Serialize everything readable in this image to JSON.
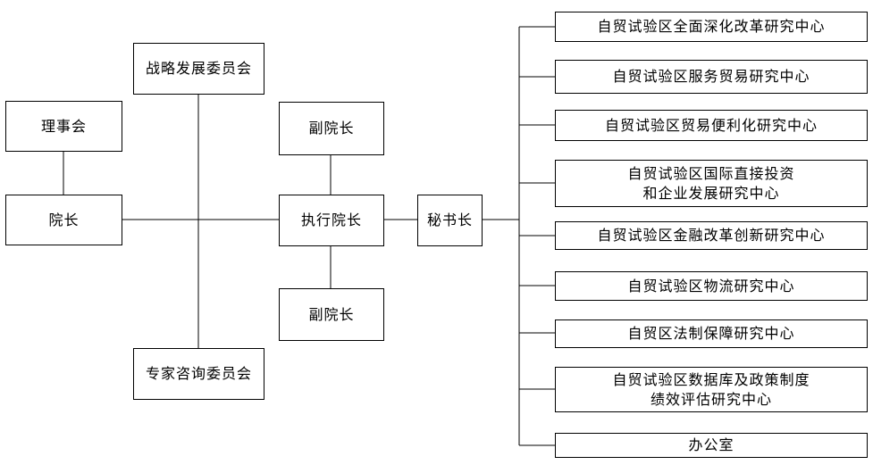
{
  "chart": {
    "council": "理事会",
    "president": "院长",
    "strategy_committee": "战略发展委员会",
    "expert_committee": "专家咨询委员会",
    "vice_president_top": "副院长",
    "executive_president": "执行院长",
    "vice_president_bottom": "副院长",
    "secretary_general": "秘书长",
    "centers": [
      "自贸试验区全面深化改革研究中心",
      "自贸试验区服务贸易研究中心",
      "自贸试验区贸易便利化研究中心",
      "自贸试验区国际直接投资\n和企业发展研究中心",
      "自贸试验区金融改革创新研究中心",
      "自贸试验区物流研究中心",
      "自贸区法制保障研究中心",
      "自贸试验区数据库及政策制度\n绩效评估研究中心",
      "办公室"
    ]
  }
}
